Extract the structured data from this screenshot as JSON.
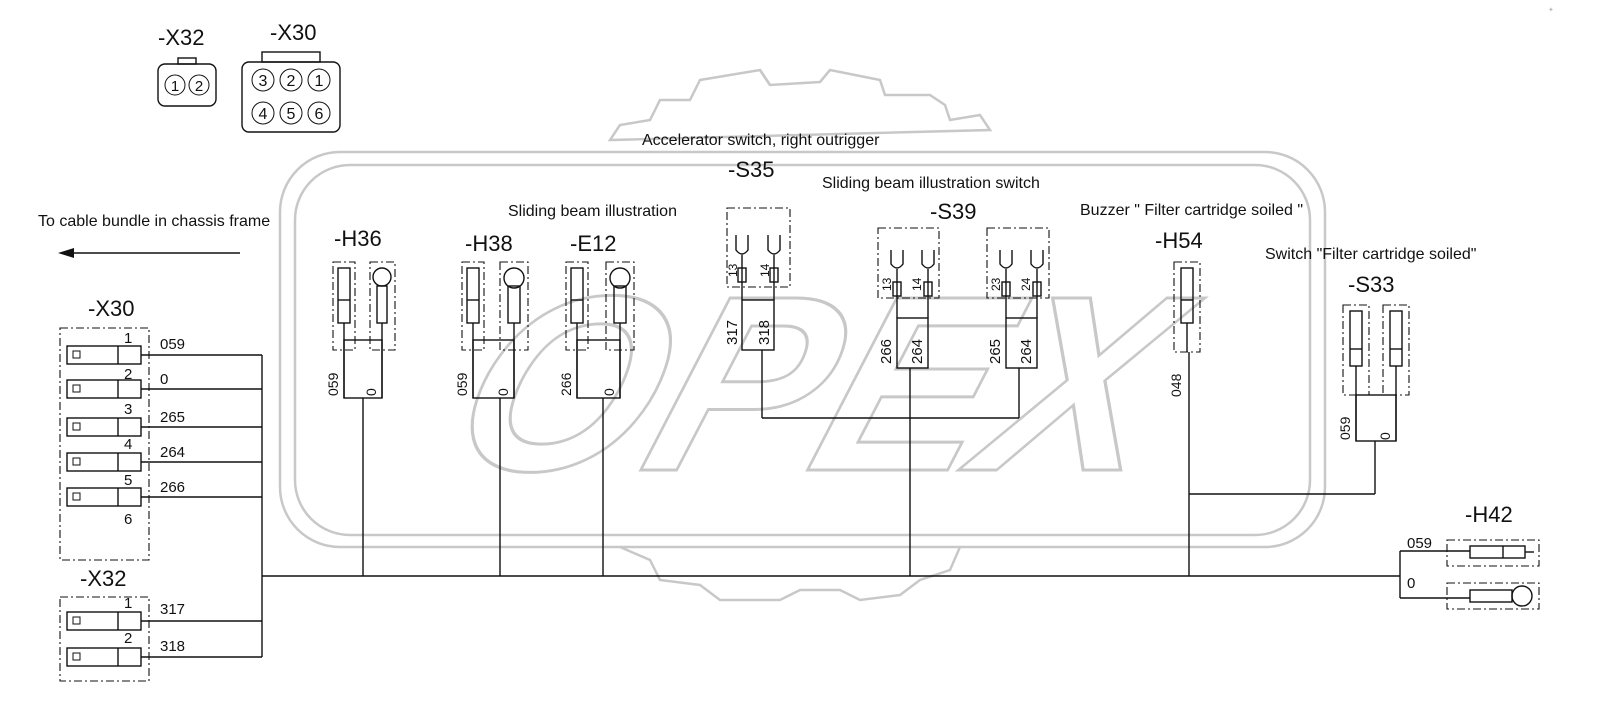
{
  "watermark": "OPEX",
  "direction_note": "To cable bundle in chassis frame",
  "legend_connectors": [
    {
      "label": "-X32",
      "pins": [
        "1",
        "2"
      ]
    },
    {
      "label": "-X30",
      "pins_top": [
        "3",
        "2",
        "1"
      ],
      "pins_bottom": [
        "4",
        "5",
        "6"
      ]
    }
  ],
  "left_connectors": {
    "x30": {
      "label": "-X30",
      "pins": [
        {
          "pin": "1",
          "wire": "059"
        },
        {
          "pin": "2",
          "wire": "0"
        },
        {
          "pin": "3",
          "wire": "265"
        },
        {
          "pin": "4",
          "wire": "264"
        },
        {
          "pin": "5",
          "wire": "266"
        },
        {
          "pin": "6",
          "wire": ""
        }
      ]
    },
    "x32": {
      "label": "-X32",
      "pins": [
        {
          "pin": "1",
          "wire": "317"
        },
        {
          "pin": "2",
          "wire": "318"
        }
      ]
    }
  },
  "components": {
    "h36": {
      "label": "-H36",
      "wires": [
        "059",
        "0"
      ]
    },
    "h38": {
      "label": "-H38",
      "wires": [
        "059",
        "0"
      ]
    },
    "e12": {
      "label": "-E12",
      "caption": "Sliding beam illustration",
      "wires": [
        "266",
        "0"
      ]
    },
    "s35": {
      "label": "-S35",
      "caption": "Accelerator switch, right outrigger",
      "terminals": [
        "13",
        "14"
      ],
      "wires": [
        "317",
        "318"
      ]
    },
    "s39": {
      "label": "-S39",
      "caption": "Sliding beam illustration switch",
      "terminals": [
        "13",
        "14",
        "23",
        "24"
      ],
      "wires": [
        "266",
        "264",
        "265",
        "264"
      ]
    },
    "h54": {
      "label": "-H54",
      "caption": "Buzzer \" Filter cartridge soiled \"",
      "wires": [
        "048"
      ]
    },
    "s33": {
      "label": "-S33",
      "caption": "Switch \"Filter cartridge soiled\"",
      "wires": [
        "059",
        "0"
      ]
    },
    "h42": {
      "label": "-H42",
      "wires": [
        "059",
        "0"
      ]
    }
  }
}
